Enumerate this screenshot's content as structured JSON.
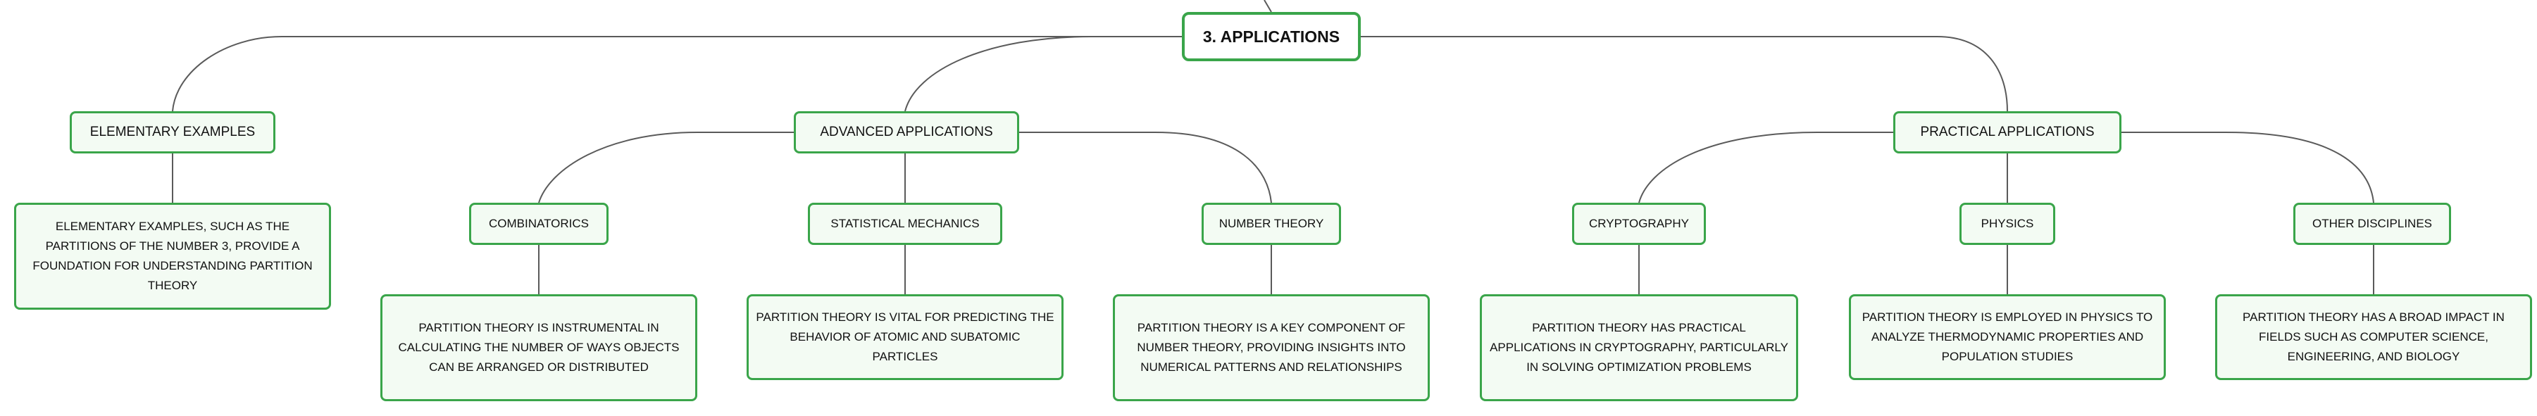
{
  "map": {
    "root": {
      "label": "3. APPLICATIONS"
    },
    "branches": [
      {
        "label": "ELEMENTARY EXAMPLES",
        "description": "ELEMENTARY EXAMPLES, SUCH AS THE PARTITIONS OF THE NUMBER 3, PROVIDE A FOUNDATION FOR UNDERSTANDING PARTITION THEORY"
      },
      {
        "label": "ADVANCED APPLICATIONS",
        "children": [
          {
            "label": "COMBINATORICS",
            "description": "PARTITION THEORY IS INSTRUMENTAL IN CALCULATING THE NUMBER OF WAYS OBJECTS CAN BE ARRANGED OR DISTRIBUTED"
          },
          {
            "label": "STATISTICAL MECHANICS",
            "description": "PARTITION THEORY IS VITAL FOR PREDICTING THE BEHAVIOR OF ATOMIC AND SUBATOMIC PARTICLES"
          },
          {
            "label": "NUMBER THEORY",
            "description": "PARTITION THEORY IS A KEY COMPONENT OF NUMBER THEORY, PROVIDING INSIGHTS INTO NUMERICAL PATTERNS AND RELATIONSHIPS"
          }
        ]
      },
      {
        "label": "PRACTICAL APPLICATIONS",
        "children": [
          {
            "label": "CRYPTOGRAPHY",
            "description": "PARTITION THEORY HAS PRACTICAL APPLICATIONS IN CRYPTOGRAPHY, PARTICULARLY IN SOLVING OPTIMIZATION PROBLEMS"
          },
          {
            "label": "PHYSICS",
            "description": "PARTITION THEORY IS EMPLOYED IN PHYSICS TO ANALYZE THERMODYNAMIC PROPERTIES AND POPULATION STUDIES"
          },
          {
            "label": "OTHER DISCIPLINES",
            "description": "PARTITION THEORY HAS A BROAD IMPACT IN FIELDS SUCH AS COMPUTER SCIENCE, ENGINEERING, AND BIOLOGY"
          }
        ]
      }
    ]
  }
}
